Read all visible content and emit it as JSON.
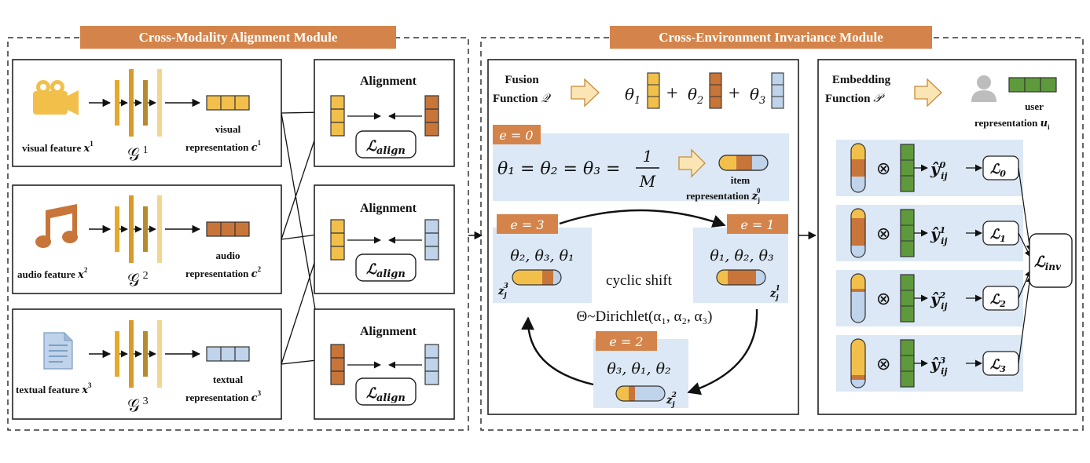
{
  "modules": {
    "left_title": "Cross-Modality Alignment Module",
    "right_title": "Cross-Environment Invariance Module"
  },
  "modalities": [
    {
      "icon": "video-camera-icon",
      "feature_label": "visual feature",
      "feature_symbol": "x",
      "feature_sup": "1",
      "encoder_symbol": "𝒢",
      "encoder_sup": "1",
      "rep_line1": "visual",
      "rep_line2": "representation",
      "rep_symbol": "c",
      "rep_sup": "1",
      "color": "#F2C04A"
    },
    {
      "icon": "music-note-icon",
      "feature_label": "audio feature",
      "feature_symbol": "x",
      "feature_sup": "2",
      "encoder_symbol": "𝒢",
      "encoder_sup": "2",
      "rep_line1": "audio",
      "rep_line2": "representation",
      "rep_symbol": "c",
      "rep_sup": "2",
      "color": "#C8753A"
    },
    {
      "icon": "text-document-icon",
      "feature_label": "textual feature",
      "feature_symbol": "x",
      "feature_sup": "3",
      "encoder_symbol": "𝒢",
      "encoder_sup": "3",
      "rep_line1": "textual",
      "rep_line2": "representation",
      "rep_symbol": "c",
      "rep_sup": "3",
      "color": "#BFD3EA"
    }
  ],
  "alignment": {
    "title": "Alignment",
    "loss": "ℒ",
    "loss_sub": "align"
  },
  "fusion": {
    "label_line1": "Fusion",
    "label_line2": "Function",
    "symbol": "𝒬",
    "theta1": "θ",
    "theta1_sub": "1",
    "theta2": "θ",
    "theta2_sub": "2",
    "theta3": "θ",
    "theta3_sub": "3",
    "plus": "+"
  },
  "env0": {
    "tag": "e = 0",
    "equation": "θ₁ = θ₂ = θ₃ =",
    "frac_num": "1",
    "frac_den": "M",
    "item_line1": "item",
    "item_line2": "representation",
    "item_symbol": "z",
    "item_sub": "j",
    "item_sup": "0"
  },
  "envs": [
    {
      "tag": "e = 3",
      "thetas": "θ₂, θ₃, θ₁",
      "z_sub": "j",
      "z_sup": "3"
    },
    {
      "tag": "e = 1",
      "thetas": "θ₁, θ₂, θ₃",
      "z_sub": "j",
      "z_sup": "1"
    },
    {
      "tag": "e = 2",
      "thetas": "θ₃, θ₁, θ₂",
      "z_sub": "j",
      "z_sup": "2"
    }
  ],
  "cyclic": {
    "label": "cyclic shift",
    "dirichlet": "Θ~Dirichlet(α₁, α₂, α₃)"
  },
  "embedding": {
    "label_line1": "Embedding",
    "label_line2": "Function",
    "symbol": "𝒫",
    "user_line1": "user",
    "user_line2": "representation",
    "user_symbol": "u",
    "user_sub": "i"
  },
  "predictions": [
    {
      "otimes": "⊗",
      "y": "ŷ",
      "sup": "0",
      "sub": "ij",
      "loss": "ℒ",
      "loss_sub": "0"
    },
    {
      "otimes": "⊗",
      "y": "ŷ",
      "sup": "1",
      "sub": "ij",
      "loss": "ℒ",
      "loss_sub": "1"
    },
    {
      "otimes": "⊗",
      "y": "ŷ",
      "sup": "2",
      "sub": "ij",
      "loss": "ℒ",
      "loss_sub": "2"
    },
    {
      "otimes": "⊗",
      "y": "ŷ",
      "sup": "3",
      "sub": "ij",
      "loss": "ℒ",
      "loss_sub": "3"
    }
  ],
  "invariance": {
    "loss": "ℒ",
    "loss_sub": "inv"
  },
  "colors": {
    "visual": "#F2C04A",
    "audio": "#C8753A",
    "textual": "#BFD3EA",
    "user": "#5E9A3C",
    "header": "#D4844A",
    "panel_blue": "#DCE8F5",
    "arrow_fill": "#FCE5B4"
  }
}
